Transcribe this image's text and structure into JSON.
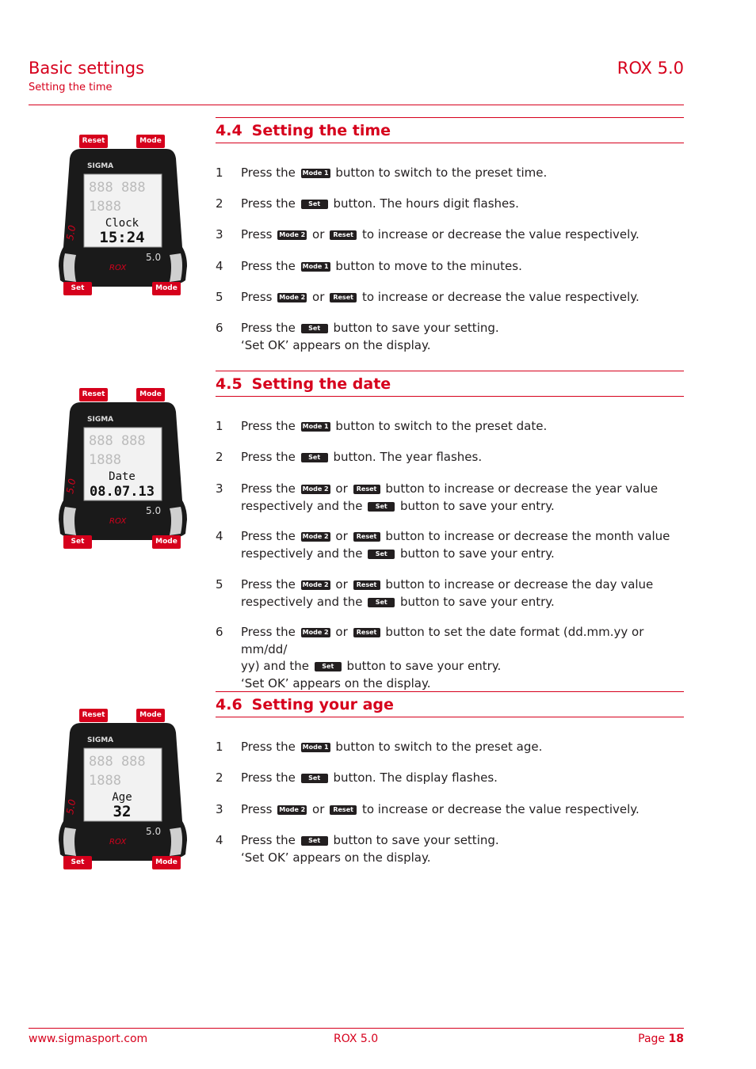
{
  "header": {
    "title": "Basic settings",
    "subtitle": "Setting the time",
    "product": "ROX 5.0"
  },
  "device_labels": {
    "reset": "Reset",
    "mode2": "Mode 2",
    "set": "Set",
    "mode1": "Mode 1",
    "brand": "SIGMA",
    "model_num": "5.0",
    "model_name": "ROX",
    "side_num": "5.0"
  },
  "devices": [
    {
      "line1": "Clock",
      "line2": "15:24"
    },
    {
      "line1": "Date",
      "line2": "08.07.13"
    },
    {
      "line1": "Age",
      "line2": "32"
    }
  ],
  "buttons": {
    "mode1": "Mode 1",
    "mode2": "Mode 2",
    "reset": "Reset",
    "set": "Set"
  },
  "sections": [
    {
      "number": "4.4",
      "title": "Setting the time",
      "steps": [
        {
          "n": "1",
          "a": "Press the",
          "b": "button to switch to the preset time."
        },
        {
          "n": "2",
          "a": "Press the",
          "b": "button. The hours digit flashes."
        },
        {
          "n": "3",
          "a": "Press",
          "or": "or",
          "b": "to increase or decrease the value respectively."
        },
        {
          "n": "4",
          "a": "Press the",
          "b": "button to move to the minutes."
        },
        {
          "n": "5",
          "a": "Press",
          "or": "or",
          "b": "to increase or decrease the value respectively."
        },
        {
          "n": "6",
          "a": "Press the",
          "b": "button to save your setting.",
          "c": "‘Set OK’ appears on the display."
        }
      ]
    },
    {
      "number": "4.5",
      "title": "Setting the date",
      "steps": [
        {
          "n": "1",
          "a": "Press the",
          "b": "button to switch to the preset date."
        },
        {
          "n": "2",
          "a": "Press the",
          "b": "button. The year flashes."
        },
        {
          "n": "3",
          "a": "Press the",
          "or": "or",
          "b": "button to increase or decrease the year value",
          "c": "respectively and the",
          "d": "button to save your entry."
        },
        {
          "n": "4",
          "a": "Press the",
          "or": "or",
          "b": "button to increase or decrease the month value",
          "c": "respectively and the",
          "d": "button to save your entry."
        },
        {
          "n": "5",
          "a": "Press the",
          "or": "or",
          "b": "button to increase or decrease the day value",
          "c": "respectively and the",
          "d": "button to save your entry."
        },
        {
          "n": "6",
          "a": "Press the",
          "or": "or",
          "b": "button to set the date format (dd.mm.yy or mm/dd/",
          "c": "yy) and the",
          "d": "button to save your entry.",
          "e": "‘Set OK’ appears on the display."
        }
      ]
    },
    {
      "number": "4.6",
      "title": "Setting your age",
      "steps": [
        {
          "n": "1",
          "a": "Press the",
          "b": "button to switch to the preset age."
        },
        {
          "n": "2",
          "a": "Press the",
          "b": "button. The display flashes."
        },
        {
          "n": "3",
          "a": "Press",
          "or": "or",
          "b": "to increase or decrease the value respectively."
        },
        {
          "n": "4",
          "a": "Press the",
          "b": "button to save your setting.",
          "c": "‘Set OK’ appears on the display."
        }
      ]
    }
  ],
  "footer": {
    "url": "www.sigmasport.com",
    "product": "ROX 5.0",
    "page_label": "Page",
    "page_number": "18"
  },
  "colors": {
    "accent": "#d6001c",
    "text": "#231f20",
    "device_body": "#1a1a1a"
  }
}
